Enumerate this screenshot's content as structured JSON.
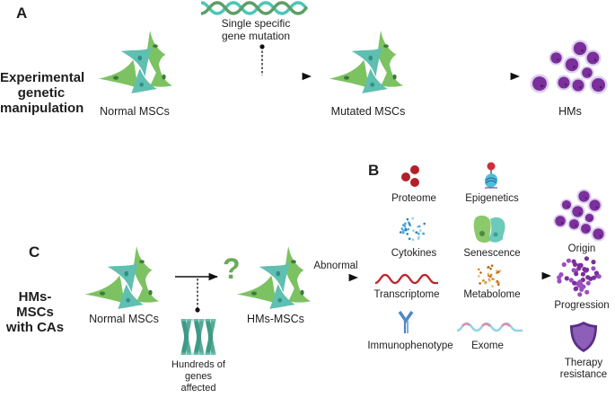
{
  "panel_a": {
    "letter": "A",
    "side_label": [
      "Experimental",
      "genetic",
      "manipulation"
    ],
    "stage1": "Normal MSCs",
    "mutation_label": [
      "Single specific",
      "gene mutation"
    ],
    "stage2": "Mutated MSCs",
    "stage3": "HMs"
  },
  "panel_b": {
    "letter": "B",
    "omics": [
      {
        "label": "Proteome",
        "icon": "protein-icon"
      },
      {
        "label": "Epigenetics",
        "icon": "nucleosome-icon"
      },
      {
        "label": "Cytokines",
        "icon": "cytokines-icon"
      },
      {
        "label": "Senescence",
        "icon": "senescent-cells-icon"
      },
      {
        "label": "Transcriptome",
        "icon": "rna-icon"
      },
      {
        "label": "Metabolome",
        "icon": "metabolites-icon"
      },
      {
        "label": "Immunophenotype",
        "icon": "antibody-icon"
      },
      {
        "label": "Exome",
        "icon": "exome-icon"
      }
    ],
    "outcomes": [
      {
        "label": "Origin",
        "icon": "hm-cells-icon"
      },
      {
        "label": "Progression",
        "icon": "progression-cells-icon"
      },
      {
        "label": "Therapy resistance",
        "lines": [
          "Therapy",
          "resistance"
        ],
        "icon": "shield-icon"
      }
    ]
  },
  "panel_c": {
    "letter": "C",
    "side_label": [
      "HMs-MSCs",
      "with CAs"
    ],
    "stage1": "Normal MSCs",
    "question_mark": "?",
    "genes_label": [
      "Hundreds of",
      "genes",
      "affected"
    ],
    "stage2": "HMs-MSCs",
    "arrow_label": "Abnormal"
  },
  "colors": {
    "msc_green": "#7dc262",
    "msc_teal": "#5fbfb0",
    "hm_purple": "#7a2f9a",
    "hm_halo": "#d9cdeb",
    "protein_red": "#b3202a",
    "cytokine_blue": "#4aa3d8",
    "metabolite_orange": "#d48a2c",
    "antibody_blue": "#4f86c6",
    "exome_pink": "#e48aa6",
    "exome_blue": "#8fd3ea",
    "chromosome_teal": "#3c9a86",
    "question_green": "#6aab5a",
    "shield_purple": "#8d5fb8"
  }
}
